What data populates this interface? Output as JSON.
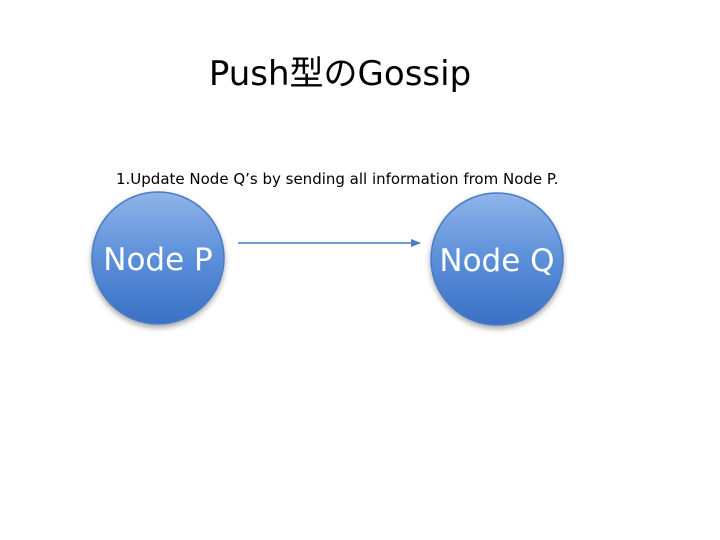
{
  "title": "Push型のGossip",
  "caption": "1.Update Node Q’s by sending all information from Node P.",
  "nodes": {
    "p": {
      "label": "Node P"
    },
    "q": {
      "label": "Node Q"
    }
  },
  "colors": {
    "node_top": "#8fb4e8",
    "node_mid": "#5b8fd9",
    "node_bottom": "#3a70c4",
    "node_stroke": "#4a7cc7",
    "arrow": "#4a7cc0"
  },
  "edge": {
    "from": "Node P",
    "to": "Node Q",
    "direction": "P→Q"
  }
}
